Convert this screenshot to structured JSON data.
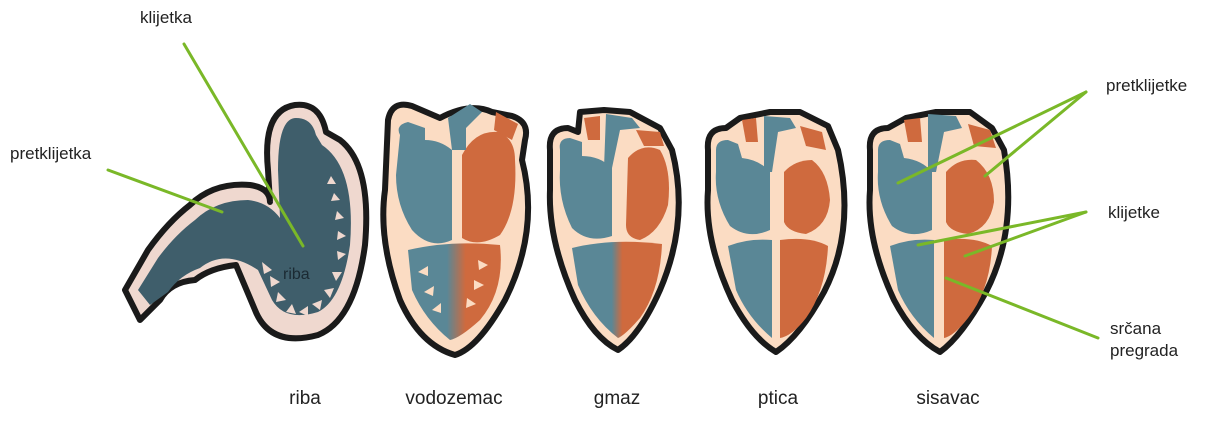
{
  "labels": {
    "fish_ventricle": "klijetka",
    "fish_atrium": "pretklijetka",
    "mammal_atria": "pretklijetke",
    "mammal_ventricles": "klijetke",
    "septum": "srčana\npregrada",
    "inner_riba": "riba"
  },
  "captions": [
    "riba",
    "vodozemac",
    "gmaz",
    "ptica",
    "sisavac"
  ],
  "colors": {
    "outline": "#1a1a1a",
    "tissue": "#fbdcc3",
    "fish_tissue": "#efd8cf",
    "deoxygenated_blue": "#5a8796",
    "fish_blue": "#3f5e6b",
    "oxygenated_orange": "#cf6a3e",
    "pointer_green": "#7ab828"
  }
}
